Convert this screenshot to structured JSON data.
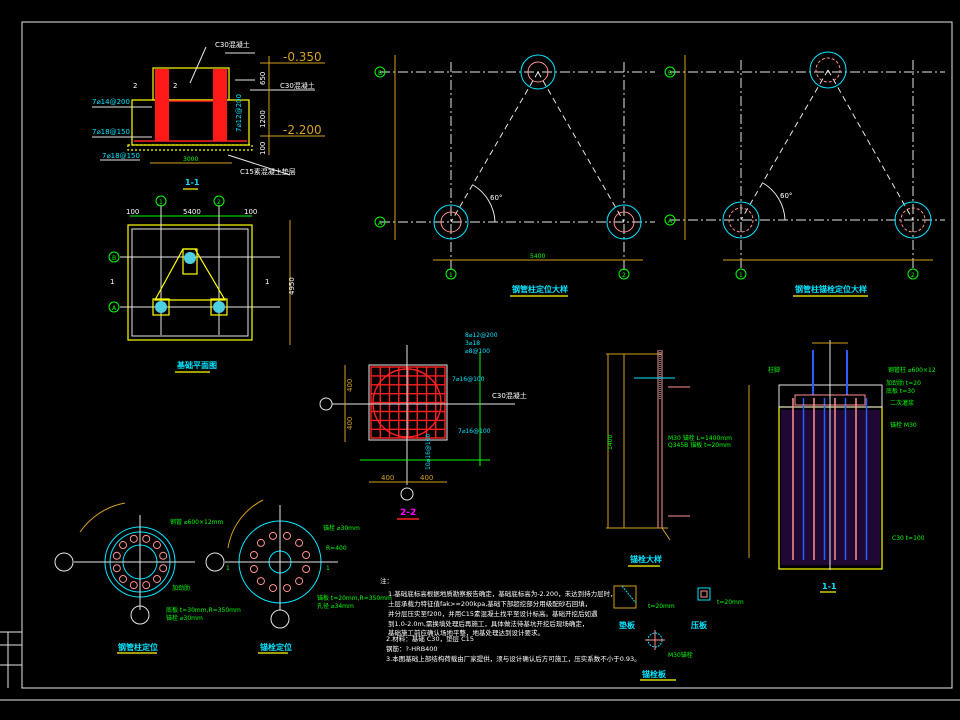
{
  "section_1_1_top": {
    "concrete_top": "C30混凝土",
    "concrete_mid": "C30混凝土",
    "cushion": "C15素混凝土垫层",
    "elev_top": "-0.350",
    "elev_bottom": "-2.200",
    "dim_650": "650",
    "dim_1200": "1200",
    "dim_100": "100",
    "dim_3000": "3000",
    "rebar_1": "7⌀14@200",
    "rebar_2": "7⌀18@150",
    "rebar_3": "7⌀18@150",
    "rebar_side": "7⌀12@200",
    "cut_mark": "2",
    "title": "1-1"
  },
  "foundation_plan": {
    "dim_left": "100",
    "dim_mid": "5400",
    "dim_right": "100",
    "dim_total": "4950",
    "axis_1": "1",
    "axis_2": "2",
    "axis_a": "A",
    "axis_b": "B",
    "section_mark": "1",
    "title": "基础平面图"
  },
  "column_layout": {
    "axis_1": "1",
    "axis_2": "2",
    "axis_a": "A",
    "axis_b": "B",
    "angle": "60°",
    "dim_span": "5400",
    "title": "钢管柱定位大样"
  },
  "anchor_layout": {
    "axis_1": "1",
    "axis_2": "2",
    "axis_a": "A",
    "axis_b": "B",
    "angle": "60°",
    "title": "钢管柱锚栓定位大样"
  },
  "section_2_2": {
    "rebar_top": "8⌀12@200",
    "rebar_mid": "3⌀18",
    "rebar_stir": "⌀8@100",
    "rebar_a": "7⌀16@100",
    "rebar_b": "7⌀16@100",
    "rebar_v": "10⌀16@100",
    "concrete": "C30混凝土",
    "dim_400a": "400",
    "dim_400b": "400",
    "dim_400c": "400",
    "dim_400d": "400",
    "title": "2-2"
  },
  "anchor_detail": {
    "dim_total": "1400",
    "note_1": "M30 锚栓 L=1400mm",
    "note_2": "Q345B 锚板 t=20mm",
    "title": "锚栓大样"
  },
  "section_1_1_right": {
    "label_top": "柱脚",
    "note_a": "钢管柱 ⌀600×12",
    "note_b": "加劲肋 t=20",
    "note_c": "底板 t=30",
    "note_d": "二次灌浆",
    "note_e": "锚栓 M30",
    "note_f": "C30 t=100",
    "title": "1-1"
  },
  "column_position": {
    "note_1": "钢管 ⌀600×12mm",
    "note_2": "加劲肋",
    "note_3": "底板 t=30mm,R=350mm",
    "note_4": "锚栓 ⌀30mm",
    "title": "钢管柱定位"
  },
  "bolt_position": {
    "note_1": "锚栓 ⌀30mm",
    "note_2": "R=400",
    "note_3": "锚板 t=20mm,R=350mm",
    "note_4": "孔径 ⌀34mm",
    "section_mark": "1",
    "title": "锚栓定位"
  },
  "notes": {
    "heading": "注：",
    "line_1": "1.基础底标高根据地质勘察报告确定，基础底标高为-2.200，未达到持力层时，",
    "line_2": "  土层承载力特征值fak>=200kpa,基础下部超挖部分用级配砂石回填，",
    "line_3": "  并分层压实至f200，并用C15素混凝土找平至设计标高。基础开挖后如遇",
    "line_4": "  到1.0-2.0m,需换填处理后再施工，具体做法待基坑开挖后现场确定，",
    "line_5": "  基础施工前应确认场地平整，地基处理达到设计要求。",
    "line_6": "2.材料：基础 C30，垫层 C15",
    "line_7": "  钢筋：?-HRB400",
    "line_8": "3.本图基础上部结构荷载由厂家提供，须与设计确认后方可施工，压实系数不小于0.93。"
  },
  "small_details": {
    "title_1": "垫板",
    "title_2": "压板",
    "title_3": "锚栓板",
    "note_1": "t=20mm",
    "note_2": "t=20mm",
    "note_3": "M30锚栓"
  }
}
